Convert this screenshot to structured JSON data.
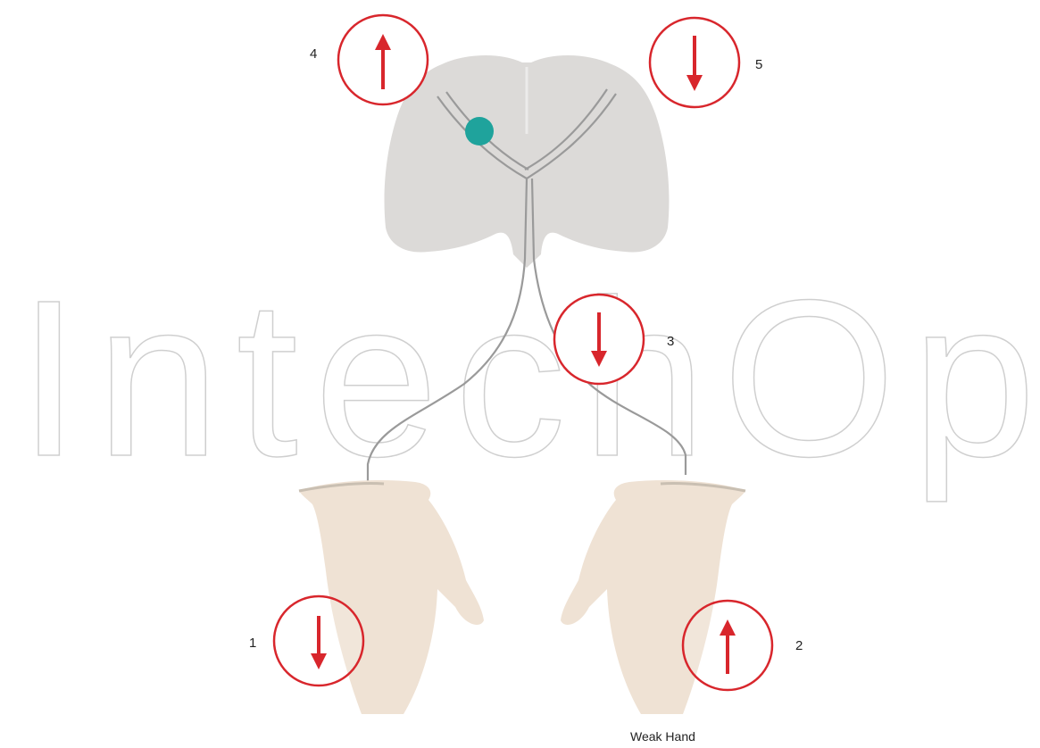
{
  "diagram": {
    "watermark_text": "IntechOpen",
    "caption": "Weak Hand",
    "colors": {
      "brain": "#dcdad8",
      "tract": "#9a9a9a",
      "lesion": "#1fa39c",
      "hand": "#efe2d4",
      "marker": "#d8262c"
    },
    "markers": [
      {
        "id": 1,
        "label": "1",
        "direction": "down"
      },
      {
        "id": 2,
        "label": "2",
        "direction": "up"
      },
      {
        "id": 3,
        "label": "3",
        "direction": "down"
      },
      {
        "id": 4,
        "label": "4",
        "direction": "up"
      },
      {
        "id": 5,
        "label": "5",
        "direction": "down"
      }
    ]
  }
}
